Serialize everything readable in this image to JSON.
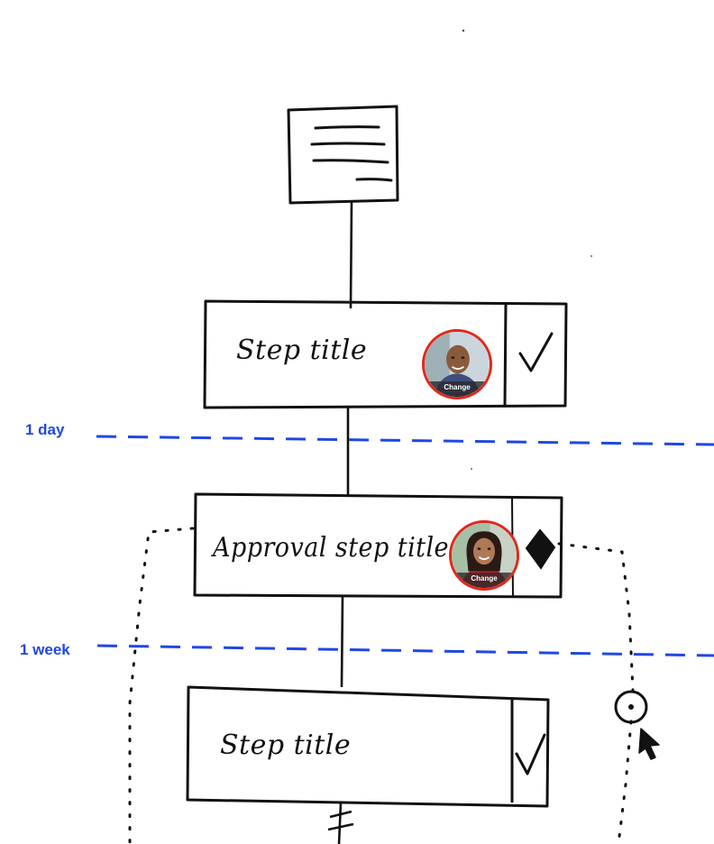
{
  "steps": [
    {
      "title": "Step title"
    },
    {
      "title": "Approval step title"
    },
    {
      "title": "Step title"
    }
  ],
  "durations": [
    {
      "label": "1 day"
    },
    {
      "label": "1 week"
    }
  ],
  "avatars": [
    {
      "change_label": "Change"
    },
    {
      "change_label": "Change"
    }
  ],
  "icons": {
    "check": "checkmark-icon",
    "diamond": "approval-diamond-icon",
    "timer": "timer-circle-icon",
    "cursor": "mouse-pointer-icon"
  },
  "colors": {
    "guide_line": "#1f47e6",
    "avatar_ring": "#e0281c"
  }
}
